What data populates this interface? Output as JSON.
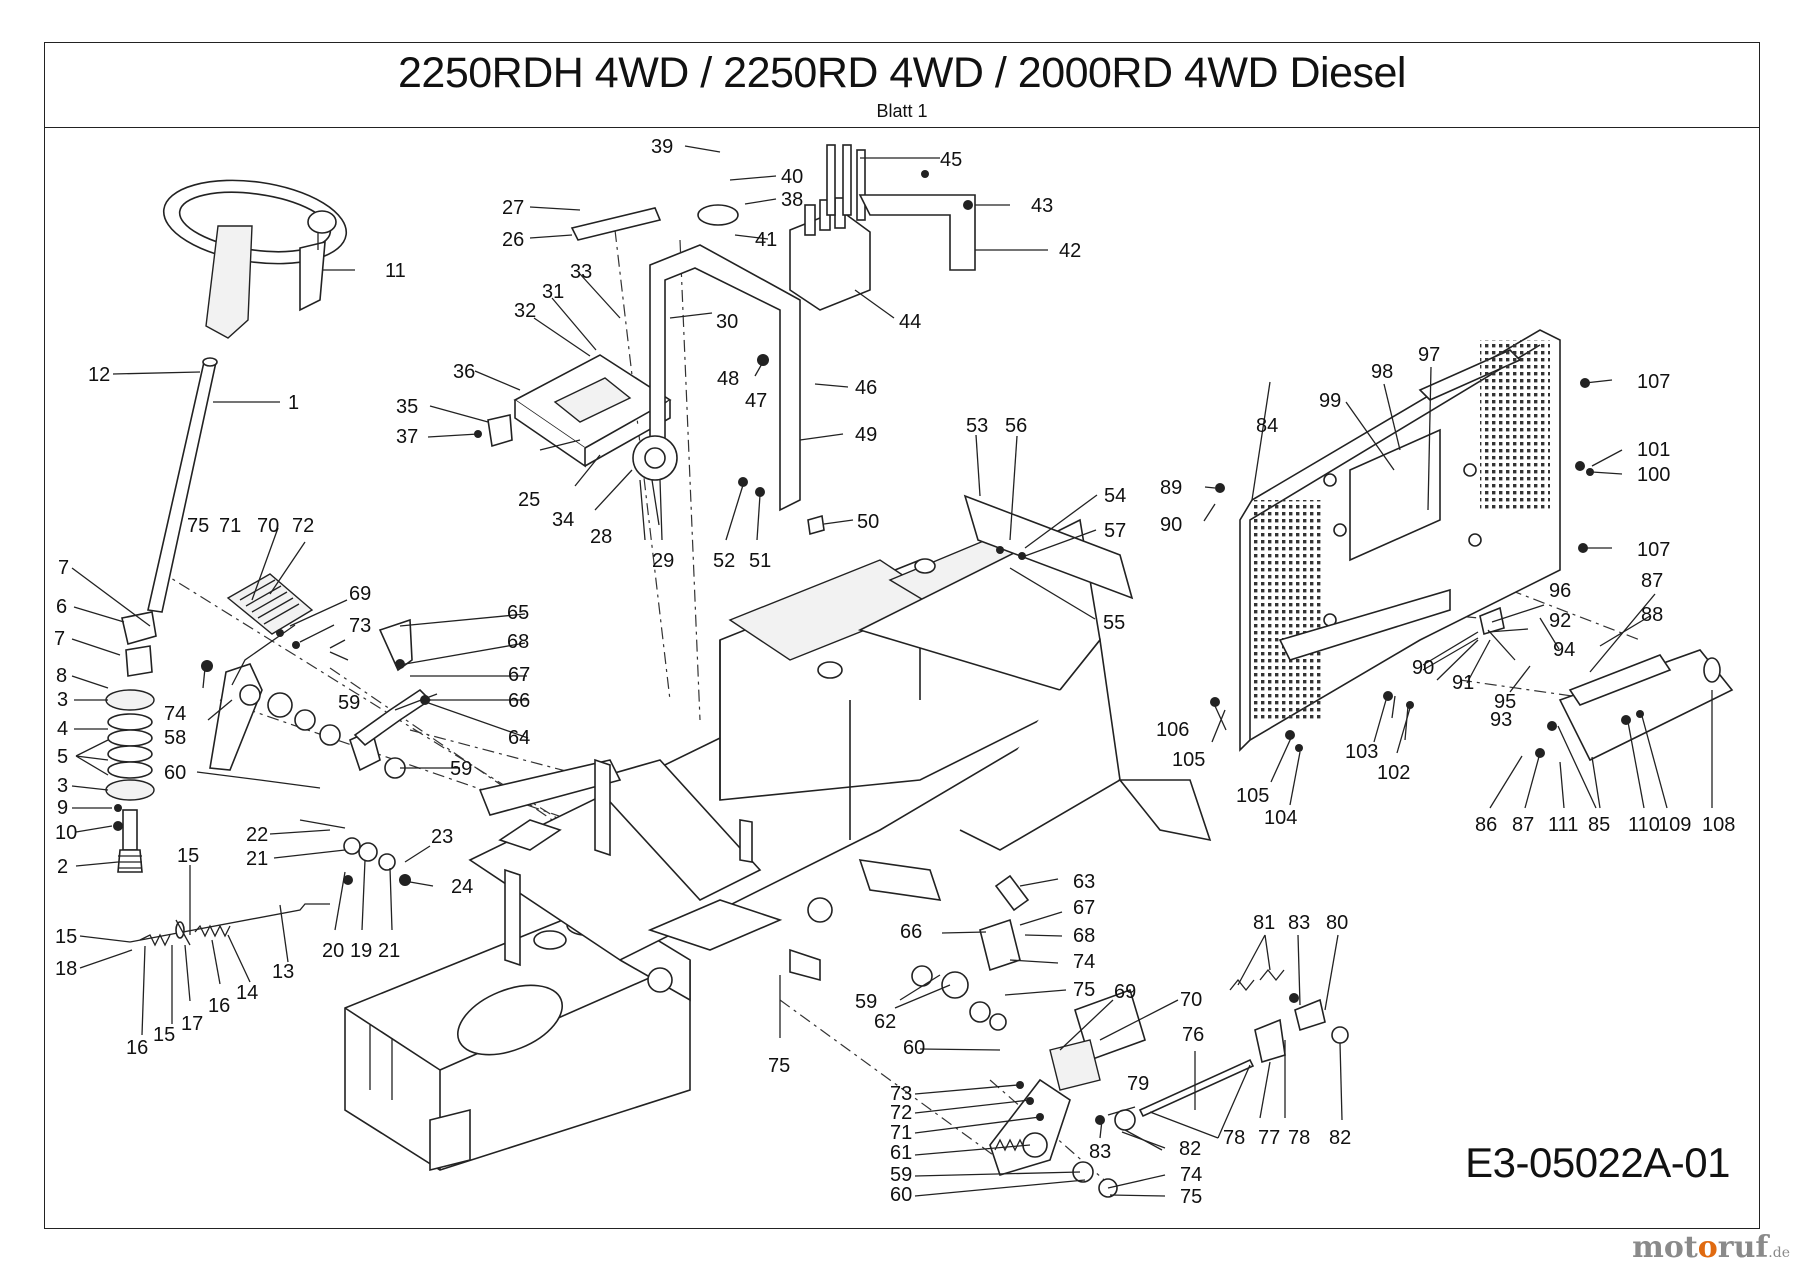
{
  "header": {
    "title": "2250RDH 4WD / 2250RD 4WD / 2000RD 4WD Diesel",
    "sheet": "Blatt 1"
  },
  "drawing_code": "E3-05022A-01",
  "watermark": {
    "pre": "mot",
    "o": "o",
    "post": "ruf",
    "tld": ".de",
    "accent_color": "#e06a10"
  },
  "callouts": {
    "c1": "1",
    "c2": "2",
    "c3a": "3",
    "c3b": "3",
    "c4": "4",
    "c5": "5",
    "c6": "6",
    "c7a": "7",
    "c7b": "7",
    "c8": "8",
    "c9": "9",
    "c10": "10",
    "c11": "11",
    "c12": "12",
    "c13": "13",
    "c14": "14",
    "c15a": "15",
    "c15b": "15",
    "c15c": "15",
    "c16a": "16",
    "c16b": "16",
    "c17": "17",
    "c18": "18",
    "c19": "19",
    "c20": "20",
    "c21a": "21",
    "c21b": "21",
    "c22": "22",
    "c23": "23",
    "c24": "24",
    "c25": "25",
    "c26": "26",
    "c27": "27",
    "c28": "28",
    "c29": "29",
    "c30": "30",
    "c31": "31",
    "c32": "32",
    "c33": "33",
    "c34": "34",
    "c35": "35",
    "c36": "36",
    "c37": "37",
    "c38": "38",
    "c39": "39",
    "c40": "40",
    "c41": "41",
    "c42": "42",
    "c43": "43",
    "c44": "44",
    "c45": "45",
    "c46": "46",
    "c47": "47",
    "c48": "48",
    "c49": "49",
    "c50": "50",
    "c51": "51",
    "c52": "52",
    "c53": "53",
    "c54": "54",
    "c55": "55",
    "c56": "56",
    "c57": "57",
    "c58": "58",
    "c59a": "59",
    "c59b": "59",
    "c59c": "59",
    "c59d": "59",
    "c60a": "60",
    "c60b": "60",
    "c60c": "60",
    "c61": "61",
    "c62": "62",
    "c63": "63",
    "c64": "64",
    "c65": "65",
    "c66a": "66",
    "c66b": "66",
    "c67a": "67",
    "c67b": "67",
    "c68a": "68",
    "c68b": "68",
    "c69a": "69",
    "c69b": "69",
    "c70a": "70",
    "c70b": "70",
    "c71a": "71",
    "c71b": "71",
    "c72a": "72",
    "c72b": "72",
    "c73a": "73",
    "c73b": "73",
    "c74a": "74",
    "c74b": "74",
    "c74c": "74",
    "c75a": "75",
    "c75b": "75",
    "c75c": "75",
    "c75d": "75",
    "c76": "76",
    "c77": "77",
    "c78a": "78",
    "c78b": "78",
    "c79": "79",
    "c80": "80",
    "c81": "81",
    "c82a": "82",
    "c82b": "82",
    "c83a": "83",
    "c83b": "83",
    "c84": "84",
    "c85": "85",
    "c86": "86",
    "c87a": "87",
    "c87b": "87",
    "c88": "88",
    "c89": "89",
    "c90a": "90",
    "c90b": "90",
    "c91": "91",
    "c92": "92",
    "c93": "93",
    "c94": "94",
    "c95": "95",
    "c96": "96",
    "c97": "97",
    "c98": "98",
    "c99": "99",
    "c100": "100",
    "c101": "101",
    "c102": "102",
    "c103": "103",
    "c104": "104",
    "c105a": "105",
    "c105b": "105",
    "c106": "106",
    "c107a": "107",
    "c107b": "107",
    "c108": "108",
    "c109": "109",
    "c110": "110",
    "c111": "111"
  }
}
